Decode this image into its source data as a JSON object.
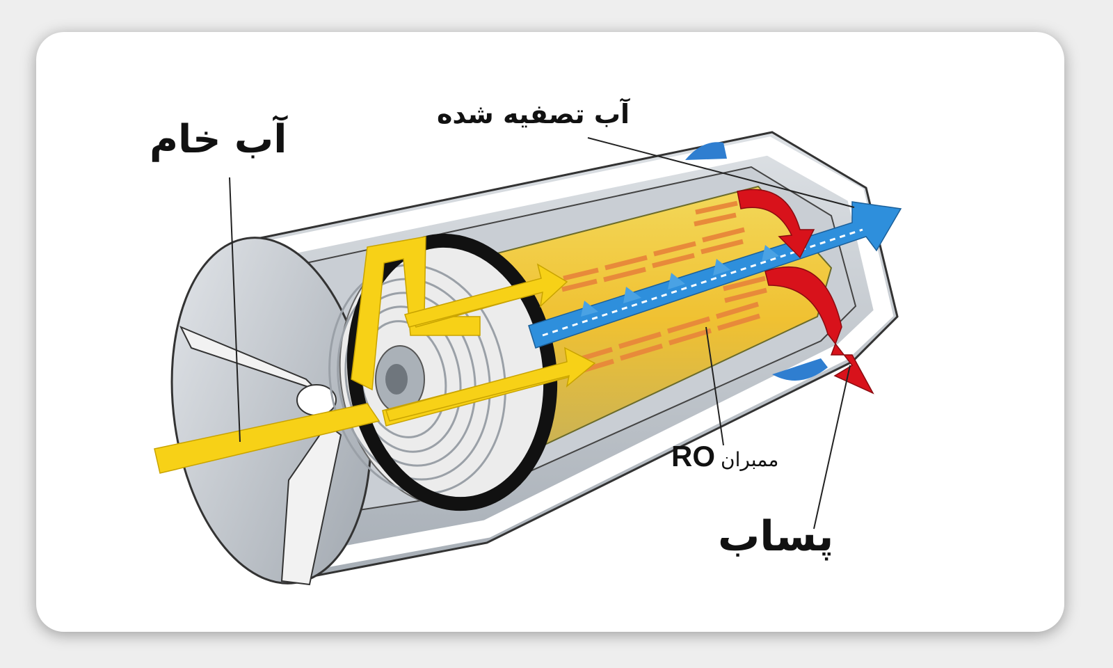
{
  "labels": {
    "raw_water": "آب خام",
    "purified_water": "آب تصفیه شده",
    "membrane_prefix": "ممبران",
    "membrane_ro": "RO",
    "waste_water": "پساب"
  },
  "colors": {
    "raw_water": "#f7d117",
    "purified_water": "#2e8fdc",
    "waste_water": "#d8121b",
    "membrane_layers": "#e88a3a",
    "housing": "#cdd2d8",
    "background": "#ffffff"
  }
}
